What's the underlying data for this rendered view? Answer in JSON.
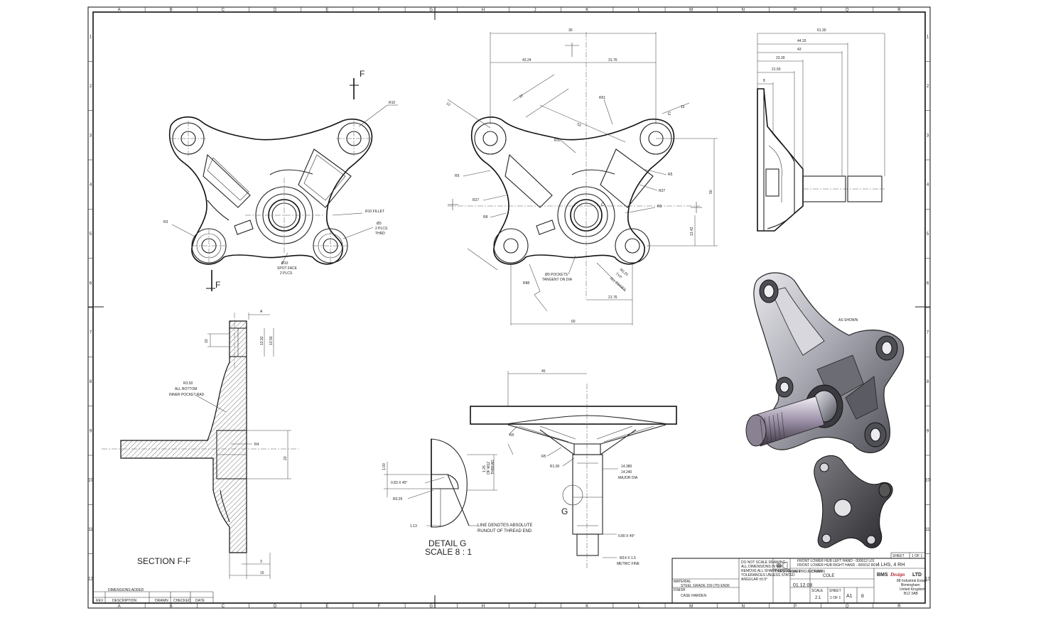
{
  "border": {
    "columns": [
      "A",
      "B",
      "C",
      "D",
      "E",
      "F",
      "G",
      "H",
      "J",
      "K",
      "L",
      "M",
      "N",
      "P",
      "Q",
      "R"
    ],
    "rows": [
      "1",
      "2",
      "3",
      "4",
      "5",
      "6",
      "7",
      "8",
      "9",
      "10",
      "11",
      "12"
    ]
  },
  "section_ff": {
    "cut_label_top": "F",
    "cut_label_bottom": "F",
    "title": "SECTION F-F",
    "notes": {
      "fillet_note": [
        "R3.50",
        "ALL BOTTOM",
        "INNER POCKET RAD"
      ],
      "r4": "R4",
      "dim_23": "23",
      "dim_10": "10",
      "dim_13_92": "13.92",
      "dim_13_50": "13.50",
      "dim_3": "3",
      "dim_15": "15",
      "dim_A": "A"
    }
  },
  "front_view": {
    "r10": "R10",
    "r3": "R3",
    "fillet": "R10 FILLET",
    "hole": [
      "Ø3",
      "2 PLCS",
      "THRD"
    ],
    "spot_face": [
      "Ø10",
      "SPOT FACE",
      "2 PLCS"
    ]
  },
  "dimensioned_view": {
    "dims": {
      "d30": "30",
      "d43_24": "43.24",
      "d31_76": "31.76",
      "d60": "60",
      "d21_76": "21.76",
      "d13_42": "13.42",
      "d50": "50",
      "d22": "22",
      "d52": "52",
      "d12": "12",
      "r10": "R10",
      "r51": "R51",
      "r5": "R5",
      "r27": "R27",
      "r8": "R8",
      "r3": "R3",
      "r88": "R88",
      "c": "C",
      "d15": "15"
    },
    "pocket_note": [
      "Ø3 POCKETS",
      "TANGENT ON DIA"
    ],
    "radial_note": [
      "R0.25",
      "TYP",
      "ALL EDGES"
    ]
  },
  "side_view": {
    "dims": [
      "61.30",
      "44.33",
      "43",
      "23.30",
      "21.50",
      "8"
    ]
  },
  "detail_g": {
    "title": "DETAIL G",
    "scale": "SCALE 8 : 1",
    "chamfer": "0.83 X 45°",
    "r": "R0.25",
    "d1": "1.00",
    "d2": "1.13",
    "thread_note": [
      "1.25",
      "OF M12",
      "THREAD"
    ],
    "runout_note": [
      "LINE DENOTES ABSOLUTE",
      "RUNOUT OF THREAD END"
    ]
  },
  "bottom_view": {
    "d45": "45",
    "r5a": "R5",
    "r5b": "R5",
    "r1": "R1.00",
    "g": "G",
    "major_dia": [
      "14.380",
      "14.240",
      "MAJOR DIA"
    ],
    "chamfer": "0.80 X 45°",
    "thread": [
      "M14 X 1.5",
      "METRIC FINE"
    ]
  },
  "iso_view": {
    "label": "AS SHOWN"
  },
  "title_block": {
    "revision_note": "DIMENSIONS ADDED",
    "rev_headers": [
      "REV",
      "DESCRIPTION",
      "DRAWN",
      "CHECKED",
      "DATE"
    ],
    "material_label": "MATERIAL",
    "material": "STEEL GRADE 150 (70) EN36",
    "finish_label": "FINISH",
    "finish": "CASE HARDEN",
    "general_notes": [
      "DO NOT SCALE DRAWING",
      "ALL DIMENSIONS IN MM",
      "REMOVE ALL SHARP EDGES",
      "TOLERANCES UNLESS STATED",
      "ANGULAR ±0.5°"
    ],
    "projection_label": "THIRD ANGLE PROJECTION",
    "part_lines": [
      "FRONT LOWER HUB LEFT HAND - 000012 L01",
      "FRONT LOWER HUB RIGHT HAND - 000012 R01"
    ],
    "date_label": "DATE",
    "date": "01.12.08",
    "drawn_label": "DRAWN",
    "drawn": "COLE",
    "scale_label": "SCALE",
    "scale": "2:1",
    "sheet_label": "SHEET",
    "sheet": "1 OF 1",
    "size": "A1",
    "rev": "B",
    "drawing_no": "4 LHS, 4 RH",
    "company_prefix": "BMS",
    "company_script": "Design",
    "company_suffix": "LTD",
    "address": [
      "88 Industrial Estate",
      "Birmingham",
      "United Kingdom",
      "B12 3AB"
    ],
    "top_tab": [
      "SHEET",
      "1 OF 1"
    ]
  }
}
